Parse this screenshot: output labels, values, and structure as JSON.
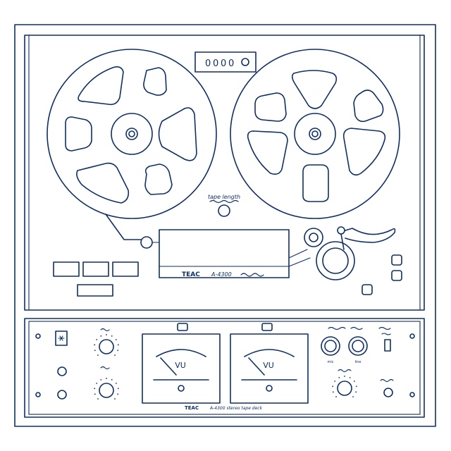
{
  "deck": {
    "counter_digits": [
      "0",
      "0",
      "0",
      "0"
    ],
    "brand_logo_text": "TEAC",
    "model_script": "A-4300",
    "tape_label_script": "tape length"
  },
  "meters": [
    {
      "label": "VU"
    },
    {
      "label": "VU"
    }
  ],
  "amp_panel": {
    "brand_logo_text": "TEAC",
    "model_text": "A-4300 stereo tape deck",
    "mic_label": "mic",
    "line_label": "line"
  },
  "colors": {
    "ink": "#0f2f66",
    "background": "#ffffff"
  }
}
